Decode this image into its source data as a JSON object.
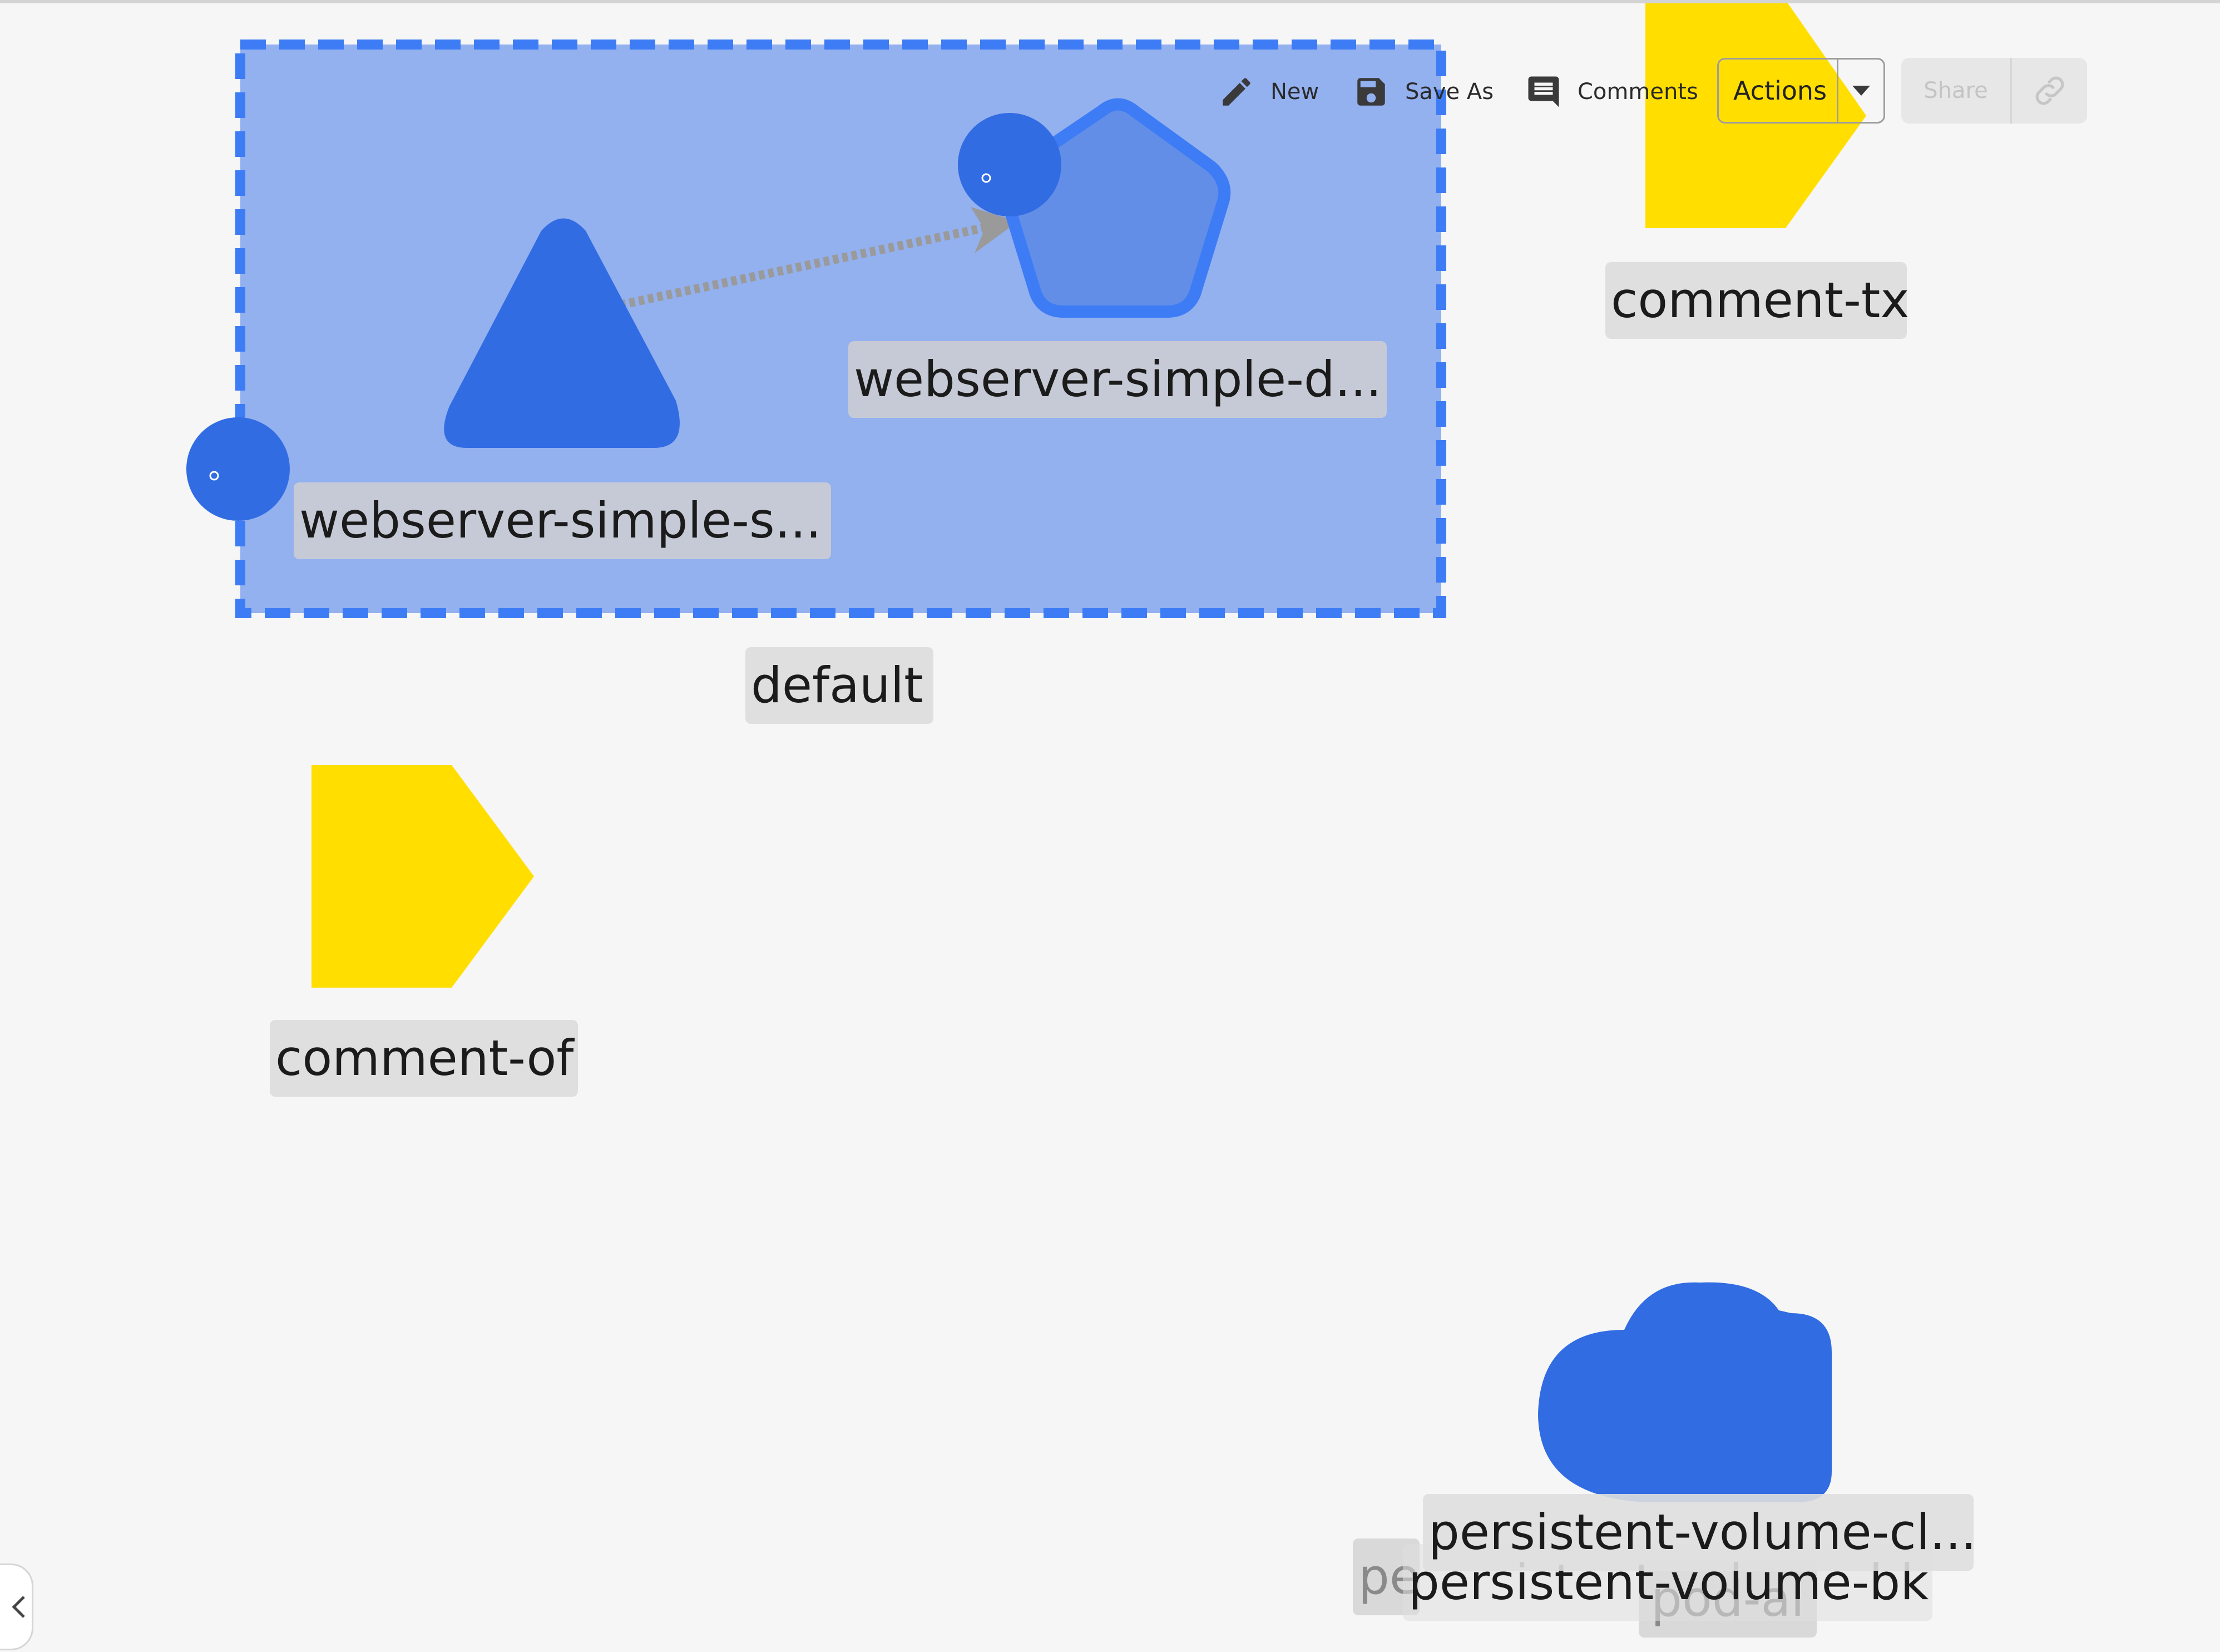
{
  "toolbar": {
    "new_label": "New",
    "save_as_label": "Save As",
    "comments_label": "Comments",
    "actions_label": "Actions",
    "share_label": "Share",
    "icons": {
      "new": "pencil-icon",
      "save_as": "floppy-disk-icon",
      "comments": "comment-icon",
      "actions_menu": "caret-down-icon",
      "share_link": "link-icon"
    }
  },
  "canvas": {
    "namespace": {
      "label": "default"
    },
    "nodes": {
      "service_label": "webserver-simple-s...",
      "deployment_label": "webserver-simple-d...",
      "comment_tx_label": "comment-tx",
      "comment_of_label": "comment-of",
      "pvc_label": "persistent-volume-cl...",
      "pv_label": "persistent-volume-bk",
      "pod_label": "pod-al",
      "hidden_label": "pe"
    }
  },
  "colors": {
    "background": "#f5f6f5",
    "namespace_fill": "#93b0ef",
    "namespace_border": "#3d7cf5",
    "node_blue": "#316ce3",
    "pentagon_fill": "#628ee7",
    "pentagon_border": "#3d7cf5",
    "comment_yellow": "#ffde00",
    "edge_gray": "#9a9a9a"
  },
  "sidebar": {
    "collapse_icon": "chevron-left-icon"
  }
}
